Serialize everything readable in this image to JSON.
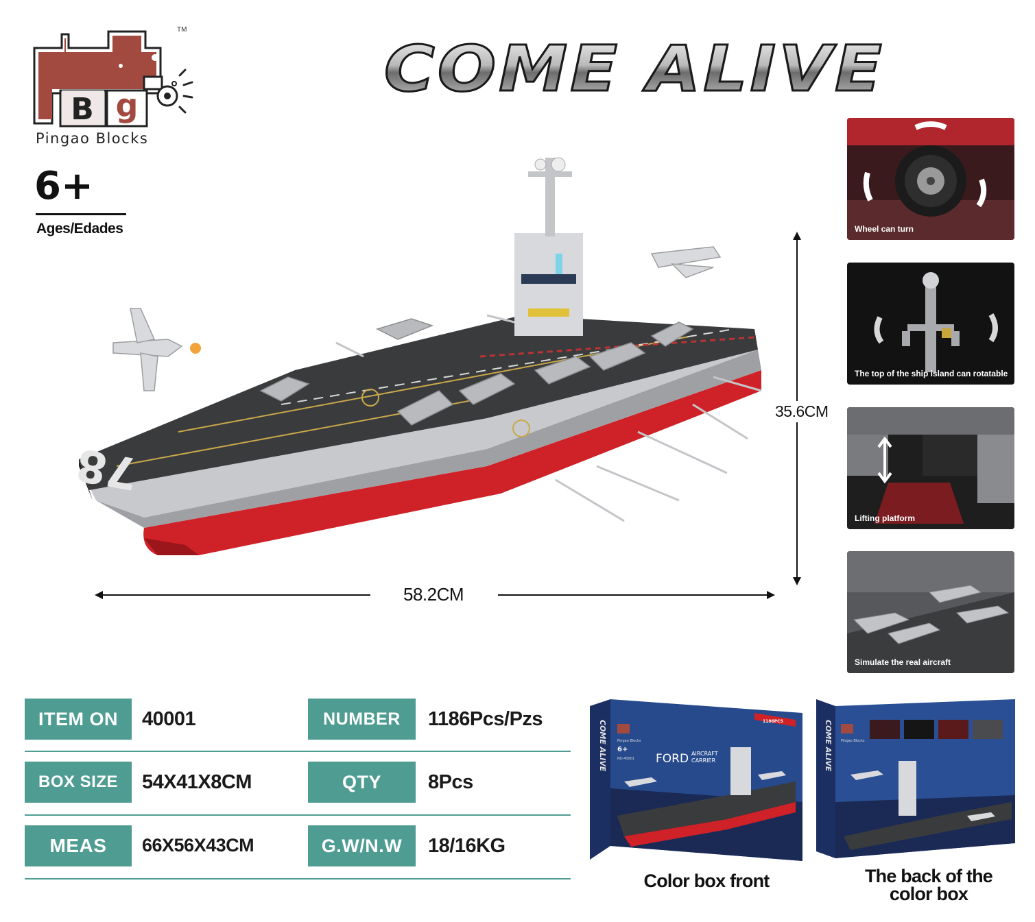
{
  "brand": {
    "name": "Pingao Blocks",
    "logo_letters": "BG",
    "trademark": "TM"
  },
  "age": {
    "value": "6+",
    "label": "Ages/Edades"
  },
  "headline": "COME ALIVE",
  "product": {
    "hull_number": "78",
    "width_label": "58.2CM",
    "height_label": "35.6CM"
  },
  "features": [
    {
      "caption": "Wheel can turn",
      "icon": "rotate-arrows-icon"
    },
    {
      "caption": "The top of the ship island can rotatable",
      "icon": "rotate-arrows-icon"
    },
    {
      "caption": "Lifting platform",
      "icon": "up-down-arrow-icon"
    },
    {
      "caption": "Simulate the real aircraft",
      "icon": "aircraft-icon"
    }
  ],
  "specs": [
    {
      "label": "ITEM ON",
      "value": "40001"
    },
    {
      "label": "NUMBER",
      "value": "1186Pcs/Pzs"
    },
    {
      "label": "BOX SIZE",
      "value": "54X41X8CM"
    },
    {
      "label": "QTY",
      "value": "8Pcs"
    },
    {
      "label": "MEAS",
      "value": "66X56X43CM"
    },
    {
      "label": "G.W/N.W",
      "value": "18/16KG"
    }
  ],
  "boxes": {
    "front": {
      "caption": "Color box front",
      "side_text": "COME ALIVE",
      "title": "FORD",
      "subtitle_1": "AIRCRAFT",
      "subtitle_2": "CARRIER",
      "ribbon": "1186PCS",
      "age": "6+",
      "item_no": "NO.40001",
      "brand": "Pingao Blocks"
    },
    "back": {
      "caption": "The back of the color box",
      "caption_line1": "The back of the",
      "caption_line2": "color box",
      "side_text": "COME ALIVE",
      "brand": "Pingao Blocks"
    }
  },
  "colors": {
    "accent_teal": "#4f9c93",
    "hull_red": "#d4242a",
    "deck_dark": "#3a3b3d",
    "logo_brown": "#8b3a32"
  }
}
